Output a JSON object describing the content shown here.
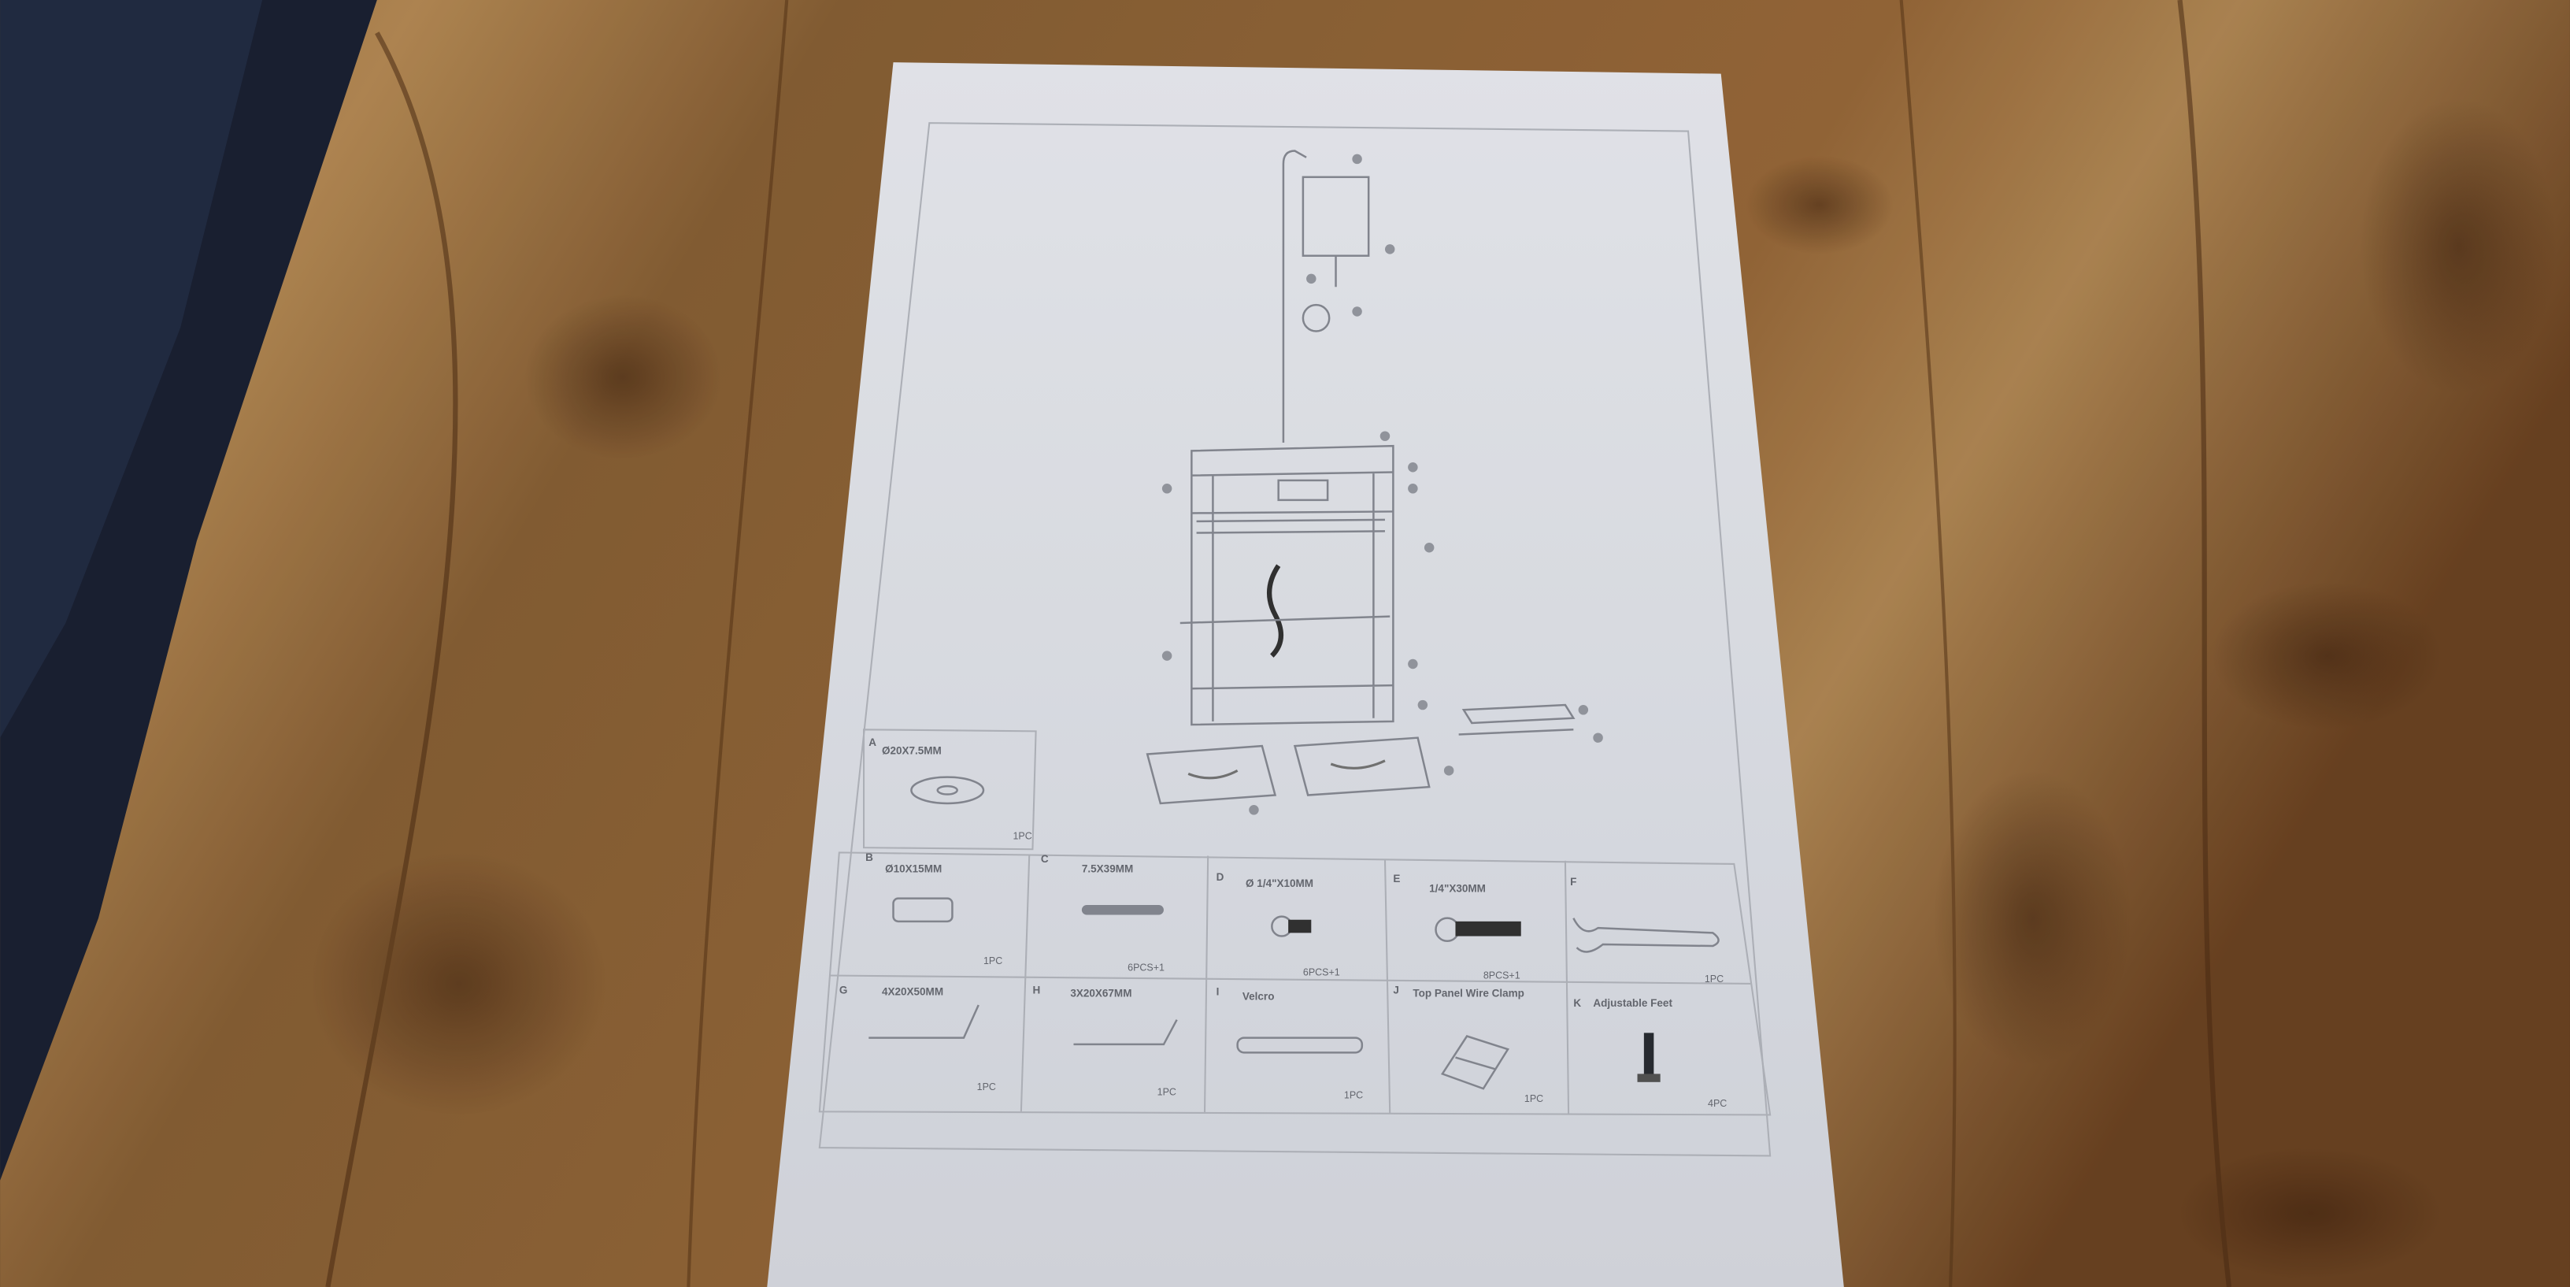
{
  "scene": {
    "description_type": "photo",
    "colors": {
      "wood_light": "#b8894f",
      "wood_dark": "#5a3418",
      "fabric": "#1c2438",
      "paper": "#e6e8ee",
      "ink": "#6a6d75"
    }
  },
  "parts": [
    {
      "letter": "A",
      "spec": "Ø20X7.5MM",
      "qty": "1PC",
      "icon": "washer-icon"
    },
    {
      "letter": "B",
      "spec": "Ø10X15MM",
      "qty": "1PC",
      "icon": "cam-lock-icon"
    },
    {
      "letter": "C",
      "spec": "7.5X39MM",
      "qty": "6PCS+1",
      "icon": "dowel-icon"
    },
    {
      "letter": "D",
      "spec": "Ø 1/4\"X10MM",
      "qty": "6PCS+1",
      "icon": "short-bolt-icon"
    },
    {
      "letter": "E",
      "spec": "1/4\"X30MM",
      "qty": "8PCS+1",
      "icon": "long-bolt-icon"
    },
    {
      "letter": "F",
      "spec": "",
      "qty": "1PC",
      "icon": "wrench-icon"
    },
    {
      "letter": "G",
      "spec": "4X20X50MM",
      "qty": "1PC",
      "icon": "allen-key-icon"
    },
    {
      "letter": "H",
      "spec": "3X20X67MM",
      "qty": "1PC",
      "icon": "allen-key-icon"
    },
    {
      "letter": "I",
      "spec": "Velcro",
      "qty": "1PC",
      "icon": "velcro-strap-icon"
    },
    {
      "letter": "J",
      "spec": "Top Panel Wire Clamp",
      "qty": "1PC",
      "icon": "wire-clamp-icon"
    },
    {
      "letter": "K",
      "spec": "Adjustable Feet",
      "qty": "4PC",
      "icon": "adjustable-foot-icon"
    }
  ]
}
